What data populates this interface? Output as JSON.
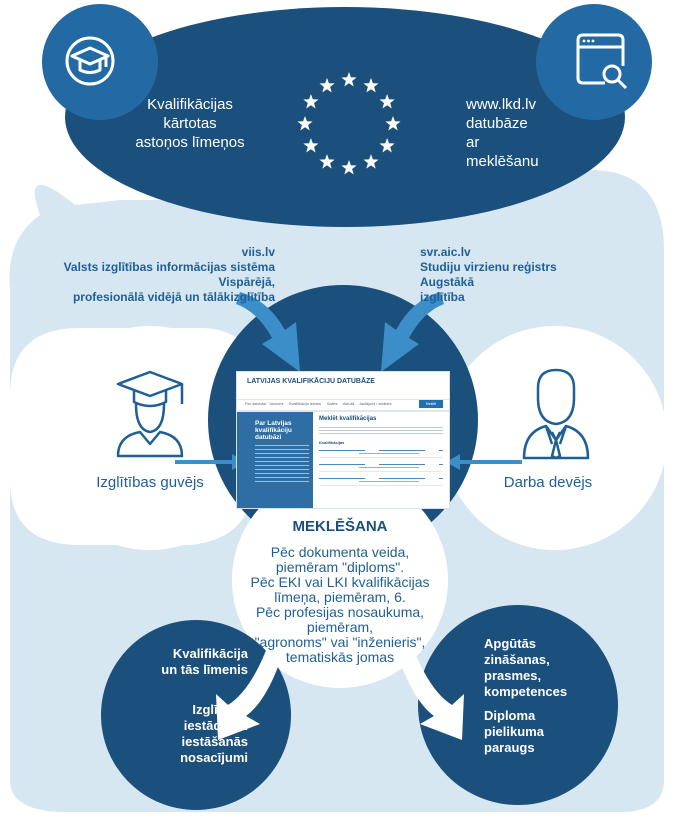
{
  "left_top_caption": [
    "Kvalifikācijas",
    "kārtotas",
    "astoņos līmeņos"
  ],
  "right_top_caption": [
    "www.lkd.lv",
    "datubāze",
    "ar",
    "meklēšanu"
  ],
  "left_source": {
    "url": "viis.lv",
    "name": "Valsts izglītības informācijas sistēma",
    "scope": [
      "Vispārējā,",
      "profesionālā vidējā un tālākizglītība"
    ]
  },
  "right_source": {
    "url": "svr.aic.lv",
    "name": "Studiju virzienu reģistrs",
    "scope": [
      "Augstākā",
      "izglītība"
    ]
  },
  "left_user": "Izglītības guvējs",
  "right_user": "Darba devējs",
  "screenshot": {
    "title": "LATVIJAS KVALIFIKĀCIJU DATUBĀZE",
    "nav": [
      "Par datubāzi",
      "Jaunumi",
      "Kvalifikāciju ietvars",
      "Saites",
      "Aktuāli",
      "Jautājumi / atbildes"
    ],
    "nav_button": "Meklēt kvalifikācijas",
    "left_heading": "Par Latvijas kvalifikāciju datubāzi",
    "right_heading": "Meklēt kvalifikācijas",
    "right_sub": "Kvalifikācijas"
  },
  "search": {
    "heading": "MEKLĒŠANA",
    "lines": [
      "Pēc dokumenta veida,",
      "piemēram \"diploms\".",
      "Pēc EKI vai LKI kvalifikācijas",
      "līmeņa, piemēram, 6.",
      "Pēc profesijas nosaukuma,",
      "piemēram,",
      "\"agronoms\" vai \"inženieris\",",
      "tematiskās jomas"
    ]
  },
  "bottom_left": {
    "item1": [
      "Kvalifikācija",
      "un tās līmenis"
    ],
    "item2": [
      "Izglītības",
      "iestāde un",
      "iestāšanās",
      "nosacījumi"
    ]
  },
  "bottom_right": {
    "item1": [
      "Apgūtās",
      "zināšanas,",
      "prasmes,",
      "kompetences"
    ],
    "item2": [
      "Diploma",
      "pielikuma",
      "paraugs"
    ]
  },
  "colors": {
    "dark_blue": "#1b4f7c",
    "mid_blue": "#236aa4",
    "light_blue": "#d7e7f2",
    "arrow_blue": "#3c8ec9",
    "text_blue": "#1f5f95"
  },
  "icons": [
    "graduation-cap-icon",
    "browser-search-icon",
    "eu-stars-icon",
    "student-icon",
    "employer-icon"
  ]
}
